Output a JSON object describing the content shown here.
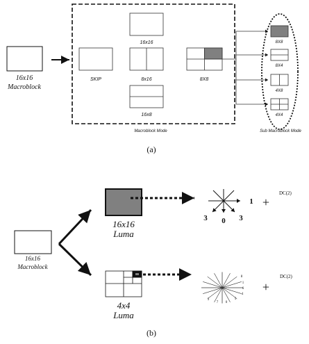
{
  "part_a": {
    "input_block": {
      "line1": "16x16",
      "line2": "Macroblock"
    },
    "modes": {
      "skip": "SKIP",
      "m16x16": "16x16",
      "m8x16": "8x16",
      "m16x8": "16x8",
      "m8x8": "8X8"
    },
    "group_label": "Macroblock Mode",
    "sub_modes": [
      "8X8",
      "8X4",
      "4X8",
      "4X4"
    ],
    "sub_group_label": "Sub Macroblock Mode",
    "caption": "(a)"
  },
  "part_b": {
    "input_block": {
      "line1": "16x16",
      "line2": "Macroblock"
    },
    "luma16": {
      "line1": "16x16",
      "line2": "Luma"
    },
    "luma4": {
      "line1": "4x4",
      "line2": "Luma"
    },
    "star16_labels": {
      "left": "3",
      "center": "0",
      "right": "3",
      "east": "1"
    },
    "star4_labels": [
      "8",
      "1",
      "6",
      "4",
      "5",
      "0",
      "7",
      "3"
    ],
    "dc_label": "DC(2)",
    "plus": "+",
    "caption": "(b)"
  },
  "colors": {
    "fill_gray": "#808080",
    "stroke": "#111111"
  }
}
